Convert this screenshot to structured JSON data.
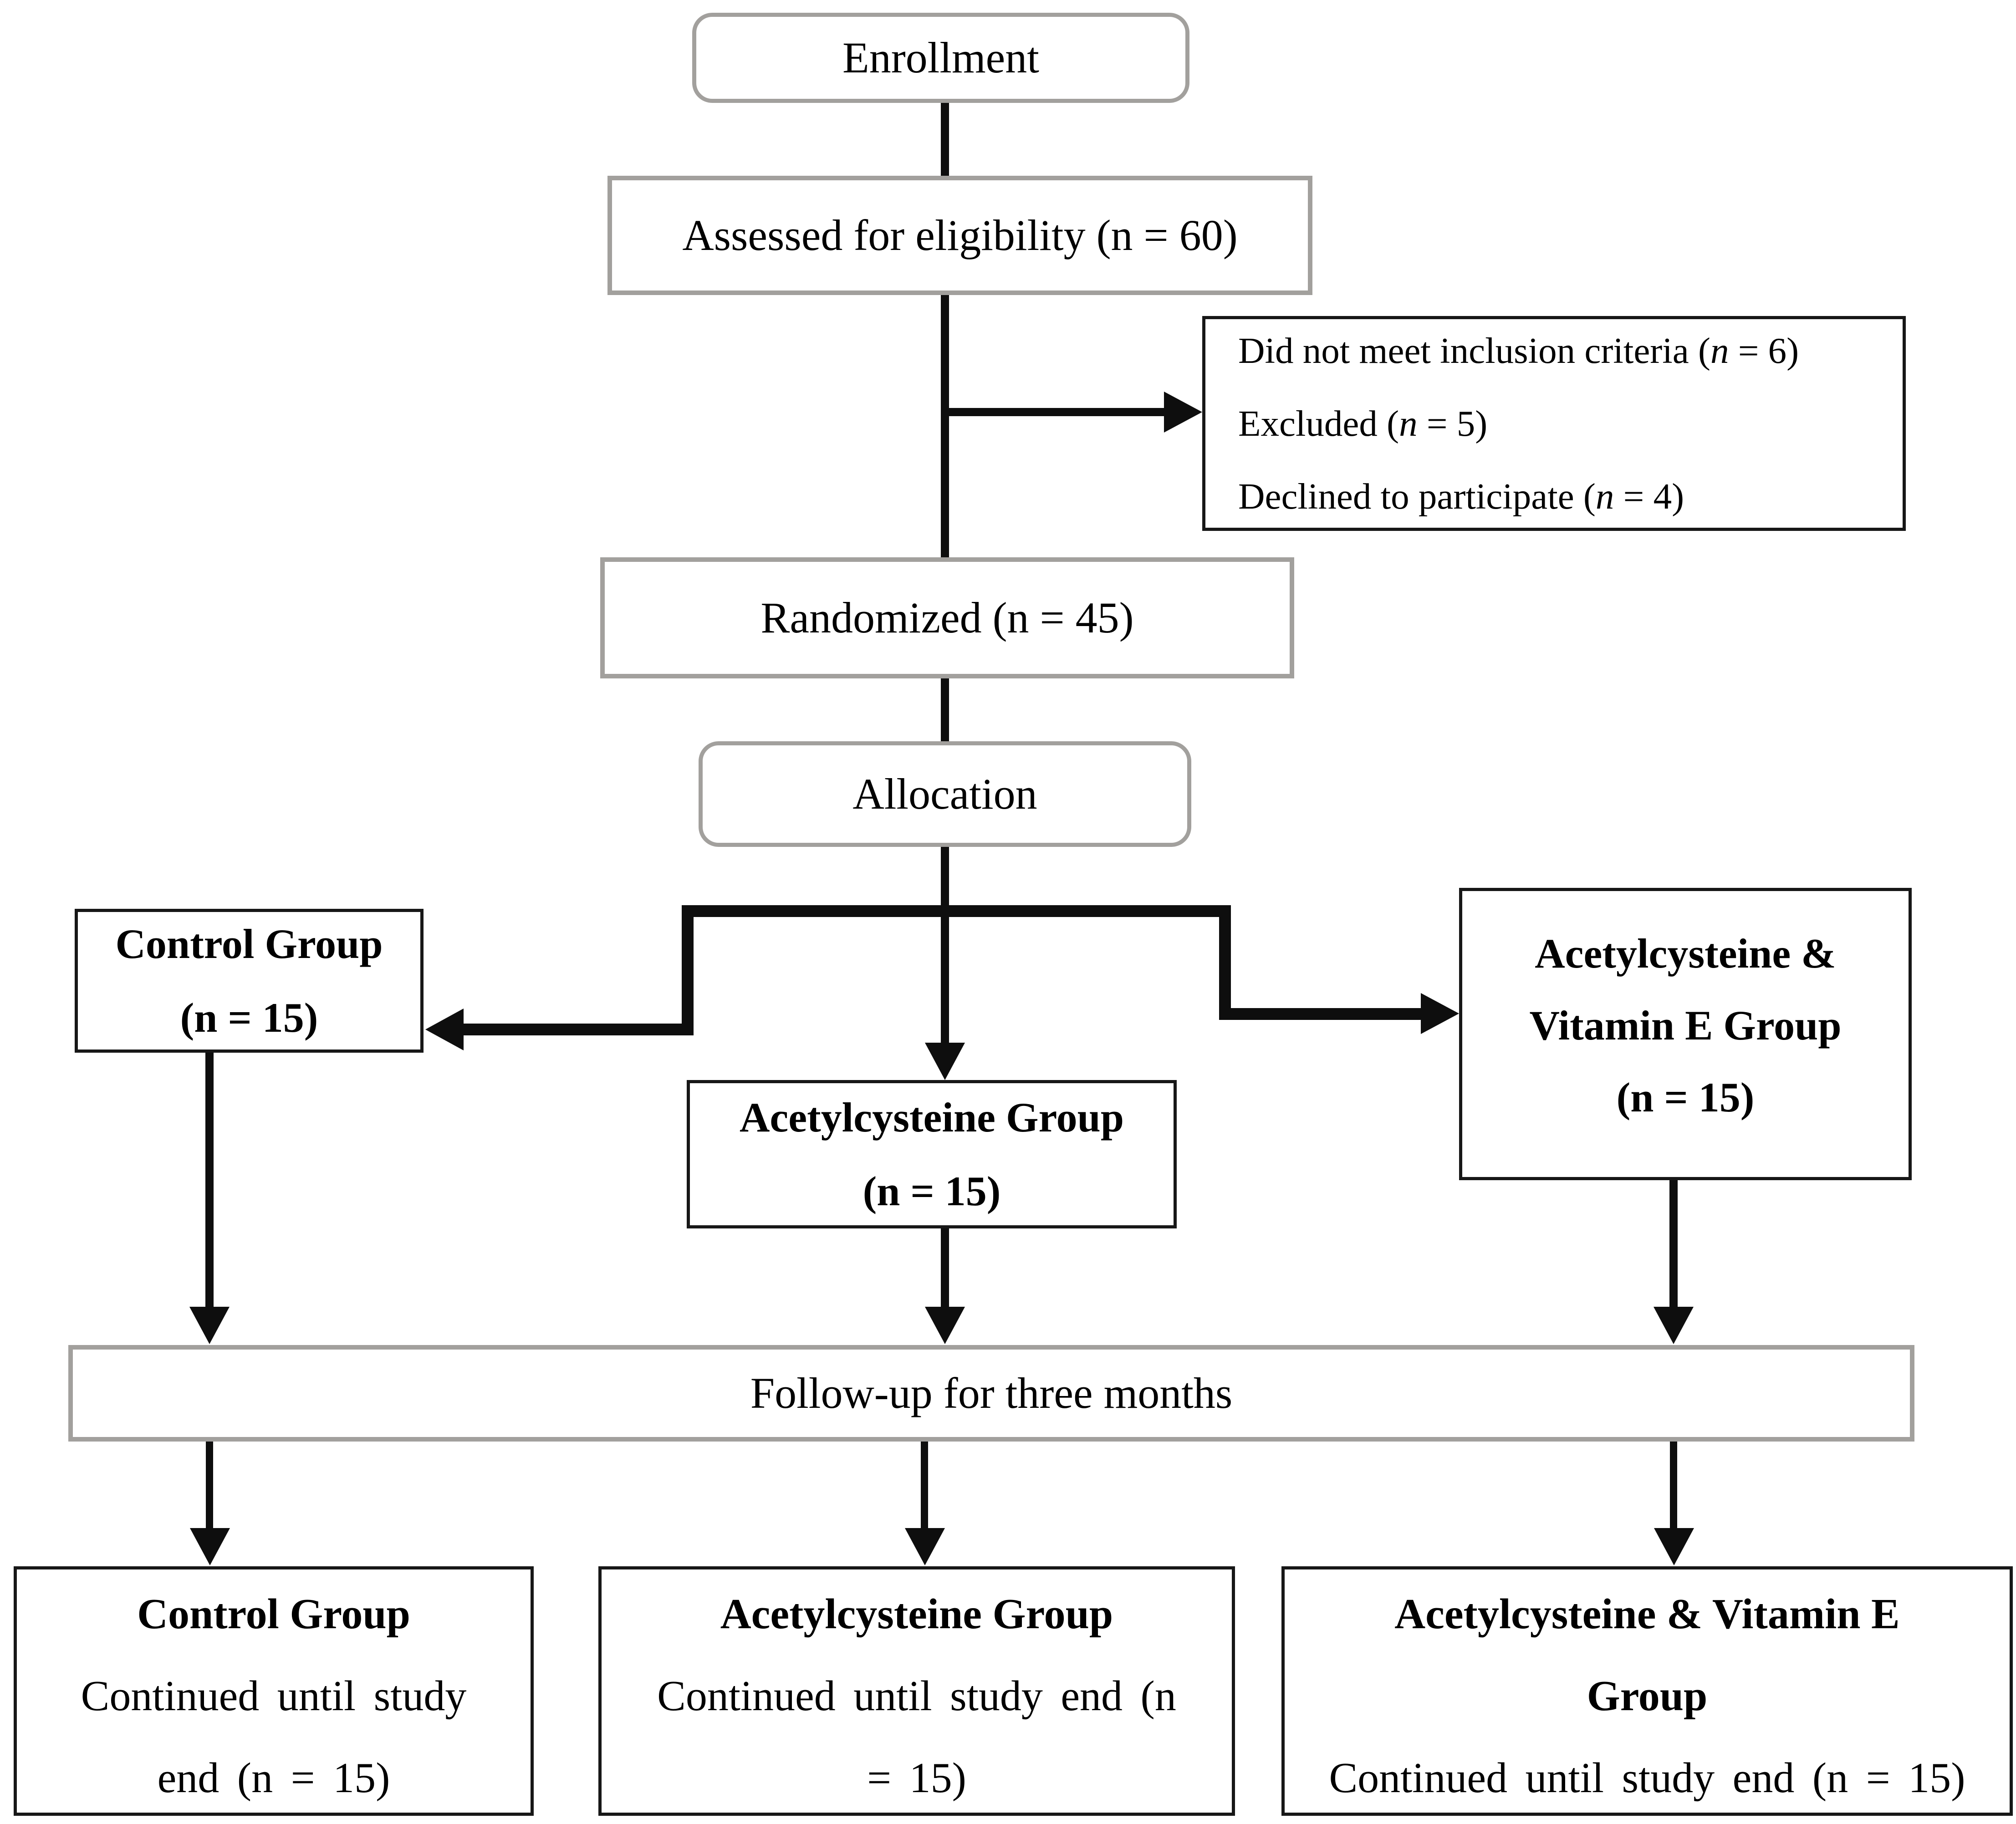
{
  "diagram": {
    "enrollment_label": "Enrollment",
    "assessed_label": "Assessed for eligibility (n = 60)",
    "excluded": {
      "lines": [
        {
          "prefix": "Did not meet inclusion criteria (",
          "var": "n",
          "suffix": " = 6)"
        },
        {
          "prefix": "Excluded (",
          "var": "n",
          "suffix": " = 5)"
        },
        {
          "prefix": "Declined to participate (",
          "var": "n",
          "suffix": " = 4)"
        }
      ]
    },
    "randomized_label": "Randomized (n = 45)",
    "allocation_label": "Allocation",
    "groups": {
      "control": {
        "title": "Control Group",
        "count": "(n = 15)"
      },
      "acetylcysteine": {
        "title": "Acetylcysteine Group",
        "count": "(n = 15)"
      },
      "acetyl_vitamin_e": {
        "title_line1": "Acetylcysteine &",
        "title_line2": "Vitamin E Group",
        "count": "(n = 15)"
      }
    },
    "followup_label": "Follow-up for three months",
    "outcomes": {
      "control": {
        "title": "Control Group",
        "line1": "Continued until study",
        "line2": "end (n = 15)"
      },
      "acetylcysteine": {
        "title": "Acetylcysteine Group",
        "line1": "Continued until study end (n",
        "line2": "= 15)"
      },
      "acetyl_vitamin_e": {
        "title_line1": "Acetylcysteine & Vitamin E",
        "title_line2": "Group",
        "line1": "Continued until study end (n = 15)"
      }
    }
  },
  "colors": {
    "background": "#ffffff",
    "gray_box_border": "#a2a09d",
    "black_box_border": "#171717",
    "connector": "#0e0e0e",
    "text": "#000000"
  }
}
